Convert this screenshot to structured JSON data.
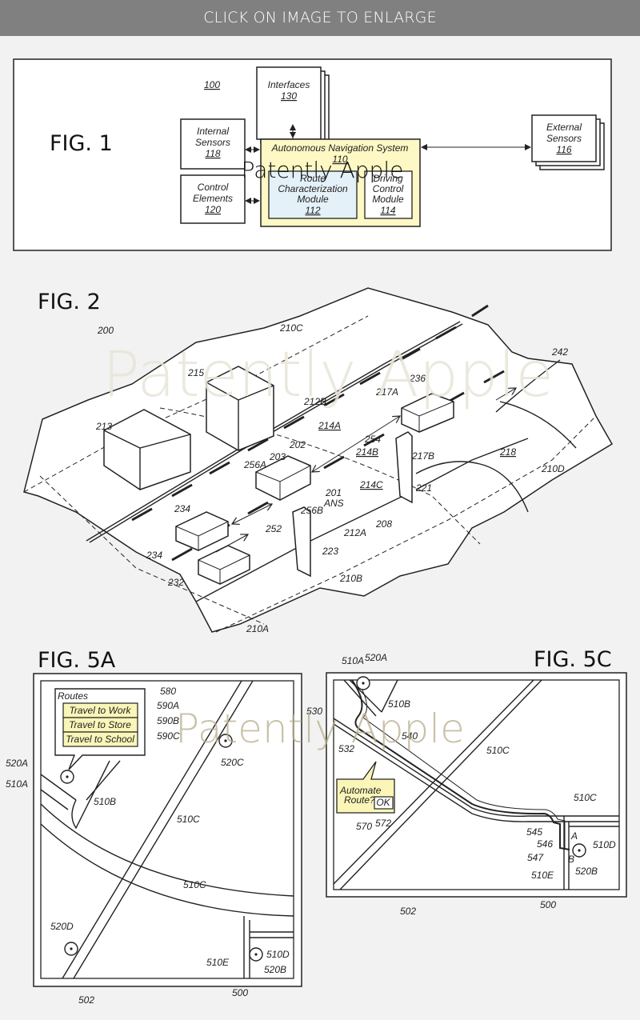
{
  "banner": {
    "text": "CLICK ON IMAGE TO ENLARGE"
  },
  "watermark": "Patently Apple",
  "fig1": {
    "title": "FIG. 1",
    "ref": "100",
    "interfaces": {
      "name": "Interfaces",
      "num": "130"
    },
    "internal_sensors": {
      "line1": "Internal",
      "line2": "Sensors",
      "num": "118"
    },
    "control_elements": {
      "line1": "Control",
      "line2": "Elements",
      "num": "120"
    },
    "ans": {
      "name": "Autonomous Navigation System",
      "num": "110"
    },
    "route_module": {
      "line1": "Route",
      "line2": "Characterization",
      "line3": "Module",
      "num": "112"
    },
    "driving_module": {
      "line1": "Driving",
      "line2": "Control",
      "line3": "Module",
      "num": "114"
    },
    "external_sensors": {
      "line1": "External",
      "line2": "Sensors",
      "num": "116"
    },
    "colors": {
      "ans_fill": "#fdf8c4",
      "route_fill": "#e4f1f8"
    }
  },
  "fig2": {
    "title": "FIG. 2",
    "labels": {
      "l200": "200",
      "l210A": "210A",
      "l210B": "210B",
      "l210C": "210C",
      "l210D": "210D",
      "l212A": "212A",
      "l212B": "212B",
      "l213": "213",
      "l215": "215",
      "l214A": "214A",
      "l214B": "214B",
      "l214C": "214C",
      "l217A": "217A",
      "l217B": "217B",
      "l218": "218",
      "l221": "221",
      "l223": "223",
      "l201": "201",
      "lANS": "ANS",
      "l202": "202",
      "l203": "203",
      "l208": "208",
      "l232": "232",
      "l234a": "234",
      "l234b": "234",
      "l236": "236",
      "l242": "242",
      "l252": "252",
      "l254": "254",
      "l256A": "256A",
      "l256B": "256B"
    }
  },
  "fig5a": {
    "title": "FIG. 5A",
    "routes_title": "Routes",
    "routes": [
      {
        "label": "Travel to Work",
        "ref": "590A"
      },
      {
        "label": "Travel to Store",
        "ref": "590B"
      },
      {
        "label": "Travel to School",
        "ref": "590C"
      }
    ],
    "labels": {
      "l580": "580",
      "l520A": "520A",
      "l510A": "510A",
      "l510B": "510B",
      "l510C1": "510C",
      "l510C2": "510C",
      "l520C": "520C",
      "l520D": "520D",
      "l510E": "510E",
      "l510D": "510D",
      "l520B": "520B",
      "l502": "502",
      "l500": "500"
    },
    "colors": {
      "menu_fill": "#fbf6b8"
    }
  },
  "fig5c": {
    "title": "FIG. 5C",
    "prompt_line1": "Automate",
    "prompt_line2": "Route?",
    "ok_label": "OK",
    "labels": {
      "l510A": "510A",
      "l520A": "520A",
      "l510B": "510B",
      "l530": "530",
      "l532": "532",
      "l540": "540",
      "l510C1": "510C",
      "l510C2": "510C",
      "l570": "570",
      "l572": "572",
      "l545": "545",
      "l546": "546",
      "l547": "547",
      "lA": "A",
      "lB": "B",
      "l510D": "510D",
      "l520B": "520B",
      "l510E": "510E",
      "l502": "502",
      "l500": "500"
    },
    "colors": {
      "prompt_fill": "#fbf6b8"
    }
  }
}
